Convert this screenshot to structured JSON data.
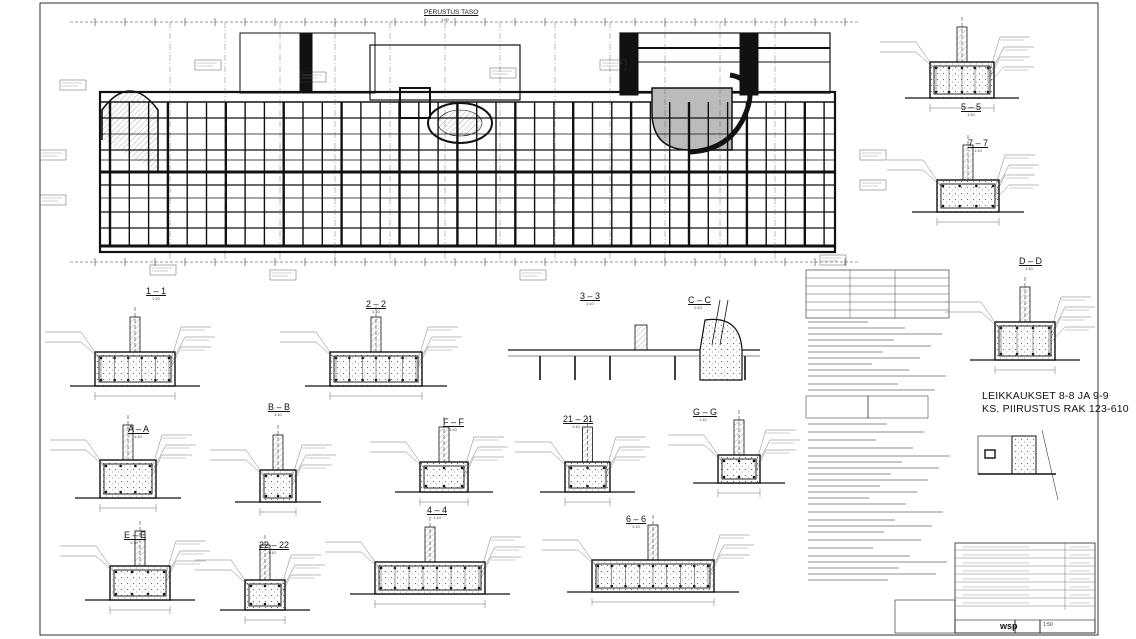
{
  "plan": {
    "title": "PERUSTUS TASO"
  },
  "sections": [
    {
      "id": "s55",
      "label": "5 – 5",
      "scale": "1:10"
    },
    {
      "id": "s77",
      "label": "7 – 7",
      "scale": "1:10"
    },
    {
      "id": "sDD",
      "label": "D – D",
      "scale": "1:10"
    },
    {
      "id": "s11",
      "label": "1 – 1",
      "scale": "1:10"
    },
    {
      "id": "s22",
      "label": "2 – 2",
      "scale": "1:10"
    },
    {
      "id": "s33",
      "label": "3 – 3",
      "scale": "1:10"
    },
    {
      "id": "sCC",
      "label": "C – C",
      "scale": "1:10"
    },
    {
      "id": "sAA",
      "label": "A – A",
      "scale": "1:10"
    },
    {
      "id": "sBB",
      "label": "B – B",
      "scale": "1:10"
    },
    {
      "id": "sFF",
      "label": "F – F",
      "scale": "1:10"
    },
    {
      "id": "s2121",
      "label": "21 – 21",
      "scale": "1:10"
    },
    {
      "id": "sGG",
      "label": "G – G",
      "scale": "1:10"
    },
    {
      "id": "s44",
      "label": "4 – 4",
      "scale": "1:10"
    },
    {
      "id": "sEE",
      "label": "E – E",
      "scale": "1:10"
    },
    {
      "id": "s2222",
      "label": "22 – 22",
      "scale": "1:10"
    },
    {
      "id": "s66",
      "label": "6 – 6",
      "scale": "1:10"
    }
  ],
  "reference_note": {
    "line1": "LEIKKAUKSET 8-8 JA 9-9",
    "line2": "KS. PIIRUSTUS RAK 123-610"
  },
  "title_block": {
    "company": "wsp",
    "scale": "1:50"
  }
}
